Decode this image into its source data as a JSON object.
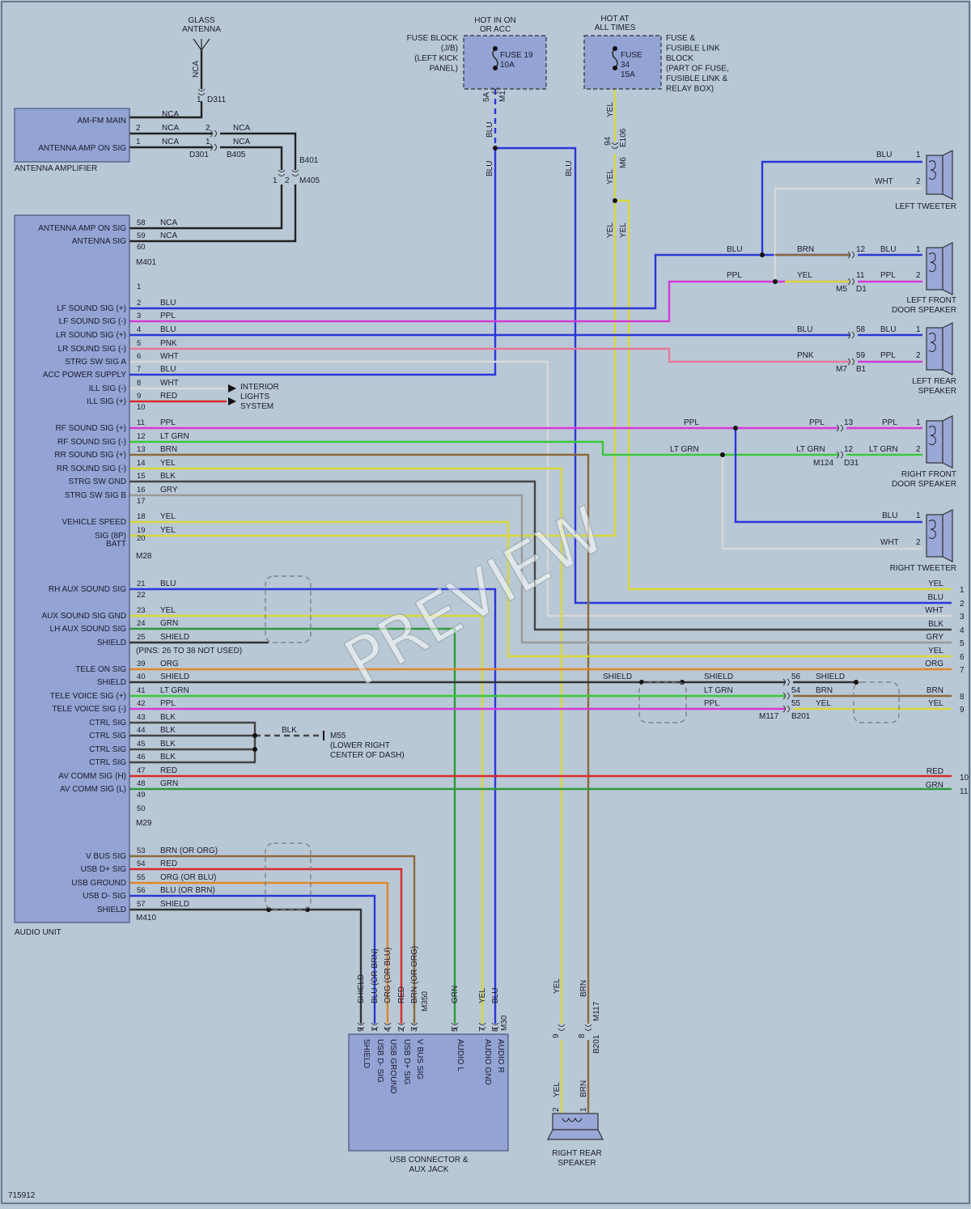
{
  "colors": {
    "background": "#b9c8d6",
    "BLU": "#2a36d8",
    "PPL": "#d43ad8",
    "PNK": "#e37a9a",
    "WHT": "#d8d8d8",
    "RED": "#d82a2a",
    "LT GRN": "#3ac83a",
    "GRN": "#2e9a3a",
    "BRN": "#8a6a3a",
    "YEL": "#d8d83a",
    "BLK": "#444444",
    "GRY": "#9a9a9a",
    "ORG": "#e0862a",
    "NCA": "#222222"
  },
  "antenna": {
    "title": [
      "GLASS",
      "ANTENNA"
    ],
    "wire": "NCA",
    "pin": "1",
    "connector": "D311"
  },
  "antenna_amp": {
    "name": "ANTENNA AMPLIFIER",
    "pins": [
      {
        "label": "AM-FM MAIN",
        "pin": "",
        "wire": "NCA"
      },
      {
        "label": "",
        "pin": "2",
        "wire": "NCA"
      },
      {
        "label": "ANTENNA AMP ON SIG",
        "pin": "1",
        "wire": "NCA"
      }
    ],
    "inline": {
      "pin_a": "2",
      "pin_b": "1",
      "wire_a": "NCA",
      "wire_b": "NCA",
      "conn_a": "D301",
      "conn_b": "B405"
    },
    "b401": {
      "conn": "B401",
      "conn2": "M405",
      "pin_a": "1",
      "pin_b": "2"
    }
  },
  "fuse_block": {
    "hot": [
      "HOT IN ON",
      "OR ACC"
    ],
    "label": [
      "FUSE BLOCK",
      "(J/B)",
      "(LEFT KICK",
      "PANEL)"
    ],
    "fuse": [
      "FUSE 19",
      "10A"
    ],
    "pin": "5A",
    "conn": "M1",
    "wire": "BLU"
  },
  "fusible_link": {
    "hot": [
      "HOT AT",
      "ALL TIMES"
    ],
    "label": [
      "FUSE &",
      "FUSIBLE LINK",
      "BLOCK",
      "(PART OF FUSE,",
      "FUSIBLE LINK &",
      "RELAY BOX)"
    ],
    "fuse": [
      "FUSE",
      "34",
      "15A"
    ],
    "wire": "YEL",
    "pin": "94",
    "conn": "E106",
    "conn2": "M6"
  },
  "audio_unit": {
    "name": "AUDIO UNIT",
    "conn_m401": "M401",
    "conn_m28": "M28",
    "conn_m29": "M29",
    "conn_m410": "M410",
    "not_used": "(PINS: 26 TO 38 NOT USED)",
    "m401_pins": [
      {
        "pin": "58",
        "label": "ANTENNA AMP ON SIG",
        "wire": "NCA"
      },
      {
        "pin": "59",
        "label": "ANTENNA SIG",
        "wire": "NCA"
      },
      {
        "pin": "60",
        "label": "",
        "wire": ""
      }
    ],
    "m28_pins": [
      {
        "pin": "1",
        "label": "",
        "wire": ""
      },
      {
        "pin": "2",
        "label": "LF SOUND SIG (+)",
        "wire": "BLU"
      },
      {
        "pin": "3",
        "label": "LF SOUND SIG (-)",
        "wire": "PPL"
      },
      {
        "pin": "4",
        "label": "LR SOUND SIG (+)",
        "wire": "BLU"
      },
      {
        "pin": "5",
        "label": "LR SOUND SIG (-)",
        "wire": "PNK"
      },
      {
        "pin": "6",
        "label": "STRG SW SIG A",
        "wire": "WHT"
      },
      {
        "pin": "7",
        "label": "ACC POWER SUPPLY",
        "wire": "BLU"
      },
      {
        "pin": "8",
        "label": "ILL SIG (-)",
        "wire": "WHT"
      },
      {
        "pin": "9",
        "label": "ILL SIG (+)",
        "wire": "RED"
      },
      {
        "pin": "10",
        "label": "",
        "wire": ""
      },
      {
        "pin": "11",
        "label": "RF SOUND SIG (+)",
        "wire": "PPL"
      },
      {
        "pin": "12",
        "label": "RF SOUND SIG (-)",
        "wire": "LT GRN"
      },
      {
        "pin": "13",
        "label": "RR SOUND SIG (+)",
        "wire": "BRN"
      },
      {
        "pin": "14",
        "label": "RR SOUND SIG (-)",
        "wire": "YEL"
      },
      {
        "pin": "15",
        "label": "STRG SW GND",
        "wire": "BLK"
      },
      {
        "pin": "16",
        "label": "STRG SW SIG B",
        "wire": "GRY"
      },
      {
        "pin": "17",
        "label": "",
        "wire": ""
      },
      {
        "pin": "18",
        "label": "VEHICLE SPEED",
        "wire": "YEL"
      },
      {
        "pin": "19",
        "label": "SIG (8P)",
        "wire": "YEL"
      },
      {
        "pin": "20",
        "label": "BATT",
        "wire": ""
      }
    ],
    "m29_pins": [
      {
        "pin": "21",
        "label": "RH AUX SOUND SIG",
        "wire": "BLU"
      },
      {
        "pin": "22",
        "label": "",
        "wire": ""
      },
      {
        "pin": "23",
        "label": "AUX SOUND SIG GND",
        "wire": "YEL"
      },
      {
        "pin": "24",
        "label": "LH AUX SOUND SIG",
        "wire": "GRN"
      },
      {
        "pin": "25",
        "label": "SHIELD",
        "wire": "SHIELD"
      },
      {
        "pin": "39",
        "label": "TELE ON SIG",
        "wire": "ORG"
      },
      {
        "pin": "40",
        "label": "SHIELD",
        "wire": "SHIELD"
      },
      {
        "pin": "41",
        "label": "TELE VOICE SIG (+)",
        "wire": "LT GRN"
      },
      {
        "pin": "42",
        "label": "TELE VOICE SIG (-)",
        "wire": "PPL"
      },
      {
        "pin": "43",
        "label": "CTRL SIG",
        "wire": "BLK"
      },
      {
        "pin": "44",
        "label": "CTRL SIG",
        "wire": "BLK"
      },
      {
        "pin": "45",
        "label": "CTRL SIG",
        "wire": "BLK"
      },
      {
        "pin": "46",
        "label": "CTRL SIG",
        "wire": "BLK"
      },
      {
        "pin": "47",
        "label": "AV COMM SIG (H)",
        "wire": "RED"
      },
      {
        "pin": "48",
        "label": "AV COMM SIG (L)",
        "wire": "GRN"
      },
      {
        "pin": "49",
        "label": "",
        "wire": ""
      },
      {
        "pin": "50",
        "label": "",
        "wire": ""
      }
    ],
    "m410_pins": [
      {
        "pin": "53",
        "label": "V BUS SIG",
        "wire": "BRN   (OR ORG)"
      },
      {
        "pin": "54",
        "label": "USB D+ SIG",
        "wire": "RED"
      },
      {
        "pin": "55",
        "label": "USB GROUND",
        "wire": "ORG   (OR BLU)"
      },
      {
        "pin": "56",
        "label": "USB D- SIG",
        "wire": "BLU   (OR BRN)"
      },
      {
        "pin": "57",
        "label": "SHIELD",
        "wire": "SHIELD"
      }
    ]
  },
  "interior_lights": [
    "INTERIOR",
    "LIGHTS",
    "SYSTEM"
  ],
  "ground": {
    "wire": "BLK",
    "conn": "M55",
    "desc": [
      "(LOWER RIGHT",
      "CENTER OF DASH)"
    ]
  },
  "speakers": {
    "left_tweeter": {
      "name": [
        "LEFT TWEETER"
      ],
      "wires": [
        "BLU",
        "WHT"
      ],
      "pins": [
        "1",
        "2"
      ]
    },
    "left_front": {
      "name": [
        "LEFT FRONT",
        "DOOR SPEAKER"
      ],
      "wires_l": [
        "BRN",
        "YEL"
      ],
      "pins_l": [
        "12",
        "11"
      ],
      "wires_r": [
        "BLU",
        "PPL"
      ],
      "pins_r": [
        "1",
        "2"
      ],
      "conn": [
        "M5",
        "D1"
      ],
      "feed": [
        "BLU",
        "PPL"
      ]
    },
    "left_rear": {
      "name": [
        "LEFT REAR",
        "SPEAKER"
      ],
      "wires_l": [
        "BLU",
        "PNK"
      ],
      "pins_l": [
        "58",
        "59"
      ],
      "wires_r": [
        "BLU",
        "PPL"
      ],
      "pins_r": [
        "1",
        "2"
      ],
      "conn": [
        "M7",
        "B1"
      ]
    },
    "right_front": {
      "name": [
        "RIGHT FRONT",
        "DOOR SPEAKER"
      ],
      "wires_l": [
        "PPL",
        "LT GRN"
      ],
      "pins_l": [
        "13",
        "12"
      ],
      "wires_r": [
        "PPL",
        "LT GRN"
      ],
      "pins_r": [
        "1",
        "2"
      ],
      "conn": [
        "M124",
        "D31"
      ],
      "feed": [
        "PPL",
        "LT GRN"
      ]
    },
    "right_tweeter": {
      "name": [
        "RIGHT TWEETER"
      ],
      "wires": [
        "BLU",
        "WHT"
      ],
      "pins": [
        "1",
        "2"
      ]
    },
    "right_rear": {
      "name": [
        "RIGHT REAR",
        "SPEAKER"
      ],
      "wires": [
        "YEL",
        "BRN"
      ],
      "pins": [
        "2",
        "1"
      ],
      "inline_pins": [
        "9",
        "8"
      ],
      "conn": [
        "M117",
        "B201"
      ]
    }
  },
  "right_connector": {
    "wires": [
      {
        "pin": "1",
        "wire": "YEL"
      },
      {
        "pin": "2",
        "wire": "BLU"
      },
      {
        "pin": "3",
        "wire": "WHT"
      },
      {
        "pin": "4",
        "wire": "BLK"
      },
      {
        "pin": "5",
        "wire": "GRY"
      },
      {
        "pin": "6",
        "wire": "YEL"
      },
      {
        "pin": "7",
        "wire": "ORG"
      },
      {
        "pin": "8",
        "wire": "BRN"
      },
      {
        "pin": "9",
        "wire": "YEL"
      },
      {
        "pin": "10",
        "wire": "RED"
      },
      {
        "pin": "11",
        "wire": "GRN"
      }
    ]
  },
  "tele_inline": {
    "wires": [
      "SHIELD",
      "LT GRN",
      "PPL"
    ],
    "pins": [
      "56",
      "54",
      "55"
    ],
    "wires_r": [
      "SHIELD",
      "BRN",
      "YEL"
    ],
    "conn": [
      "M117",
      "B201"
    ],
    "shield_left": "SHIELD"
  },
  "usb_connector": {
    "name": [
      "USB CONNECTOR &",
      "AUX JACK"
    ],
    "conn": "M350",
    "conn2": "M30",
    "pins": [
      {
        "pin": "9",
        "wire": "SHIELD",
        "label": "SHIELD"
      },
      {
        "pin": "1",
        "wire": "BLU   (OR BRN)",
        "label": "USB D- SIG"
      },
      {
        "pin": "4",
        "wire": "ORG   (OR BLU)",
        "label": "USB GROUND"
      },
      {
        "pin": "2",
        "wire": "RED",
        "label": "USB D+ SIG"
      },
      {
        "pin": "3",
        "wire": "BRN   (OR ORG)",
        "label": "V BUS SIG"
      },
      {
        "pin": "5",
        "wire": "GRN",
        "label": "AUDIO L"
      },
      {
        "pin": "7",
        "wire": "YEL",
        "label": "AUDIO GND"
      },
      {
        "pin": "8",
        "wire": "BLU",
        "label": "AUDIO R"
      }
    ]
  },
  "figure_id": "715912",
  "watermark": "PREVIEW"
}
